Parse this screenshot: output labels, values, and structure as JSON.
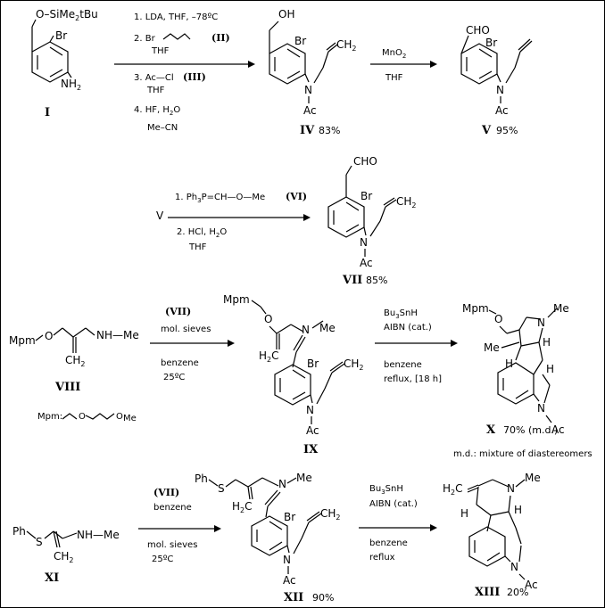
{
  "scheme": {
    "row1": {
      "I": {
        "label": "I",
        "groups": {
          "silyl": "O–SiMe",
          "silyl_sub": "2",
          "silyl_tail": "tBu",
          "br": "Br",
          "nh": "NH",
          "nh_sub": "2"
        }
      },
      "conditions_above": [
        "1. LDA, THF, –78ºC",
        "2. Br",
        "THF"
      ],
      "cond2_ref": "(II)",
      "conditions_below": [
        "3. Ac—Cl",
        "THF",
        "4. HF, H",
        "Me–CN"
      ],
      "cond3_ref": "(III)",
      "hf_sub": "2",
      "hf_tail": "O",
      "IV": {
        "label": "IV",
        "yield": "83%",
        "groups": {
          "oh": "OH",
          "br": "Br",
          "ch2": "CH",
          "ch2_sub": "2",
          "n": "N",
          "ac": "Ac"
        }
      },
      "mno2": {
        "top": "MnO",
        "top_sub": "2",
        "bottom": "THF"
      },
      "V": {
        "label": "V",
        "yield": "95%",
        "groups": {
          "cho": "CHO",
          "br": "Br",
          "n": "N",
          "ac": "Ac"
        }
      }
    },
    "row2": {
      "start": "V",
      "cond1": "1. Ph",
      "cond1_sub": "3",
      "cond1_tail": "P=CH—O—Me",
      "cond1_ref": "(VI)",
      "cond2": "2. HCl, H",
      "cond2_sub": "2",
      "cond2_tail": "O",
      "cond3": "THF",
      "VII": {
        "label": "VII",
        "yield": "85%",
        "groups": {
          "cho": "CHO",
          "br": "Br",
          "ch2": "CH",
          "ch2_sub": "2",
          "n": "N",
          "ac": "Ac"
        }
      }
    },
    "row3": {
      "VIII": {
        "label": "VIII",
        "groups": {
          "mpm": "Mpm",
          "o": "O",
          "nh": "NH—Me"
        }
      },
      "cond_ref": "(VII)",
      "cond_a": "mol. sieves",
      "cond_b": "benzene",
      "cond_c": "25ºC",
      "IX": {
        "label": "IX",
        "groups": {
          "mpm": "Mpm",
          "o": "O",
          "n": "N",
          "me": "Me",
          "h2c": "H",
          "h2c_sub": "2",
          "h2c_tail": "C",
          "br": "Br",
          "n2": "N",
          "ac": "Ac"
        }
      },
      "radical": {
        "a": "Bu",
        "a_sub": "3",
        "a_tail": "SnH",
        "b": "AIBN (cat.)",
        "c": "benzene",
        "d": "reflux, [18 h]"
      },
      "X": {
        "label": "X",
        "yield": "70% (m.d.)",
        "groups": {
          "mpm": "Mpm",
          "o": "O",
          "n": "N",
          "me": "Me",
          "me2": "Me",
          "h1": "H",
          "h2": "H",
          "h3": "H",
          "n2": "N",
          "ac": "Ac"
        }
      },
      "mpm_def": "Mpm:",
      "md_note": "m.d.: mixture of diastereomers"
    },
    "row4": {
      "XI": {
        "label": "XI",
        "groups": {
          "phs": "Ph",
          "s": "S",
          "nh": "NH—Me",
          "ch2": "CH",
          "ch2_sub": "2"
        }
      },
      "cond_ref": "(VII)",
      "cond_a": "benzene",
      "cond_b": "mol. sieves",
      "cond_c": "25ºC",
      "XII": {
        "label": "XII",
        "yield": "90%",
        "groups": {
          "ph": "Ph",
          "s": "S",
          "n": "N",
          "me": "Me",
          "h2c": "H",
          "h2c_sub": "2",
          "h2c_tail": "C",
          "br": "Br",
          "n2": "N",
          "ac": "Ac"
        }
      },
      "radical": {
        "a": "Bu",
        "a_sub": "3",
        "a_tail": "SnH",
        "b": "AIBN (cat.)",
        "c": "benzene",
        "d": "reflux"
      },
      "XIII": {
        "label": "XIII",
        "yield": "20%",
        "groups": {
          "h2c": "H",
          "h2c_sub": "2",
          "h2c_tail": "C",
          "n": "N",
          "me": "Me",
          "h1": "H",
          "h2": "H",
          "n2": "N",
          "ac": "Ac"
        }
      }
    }
  }
}
